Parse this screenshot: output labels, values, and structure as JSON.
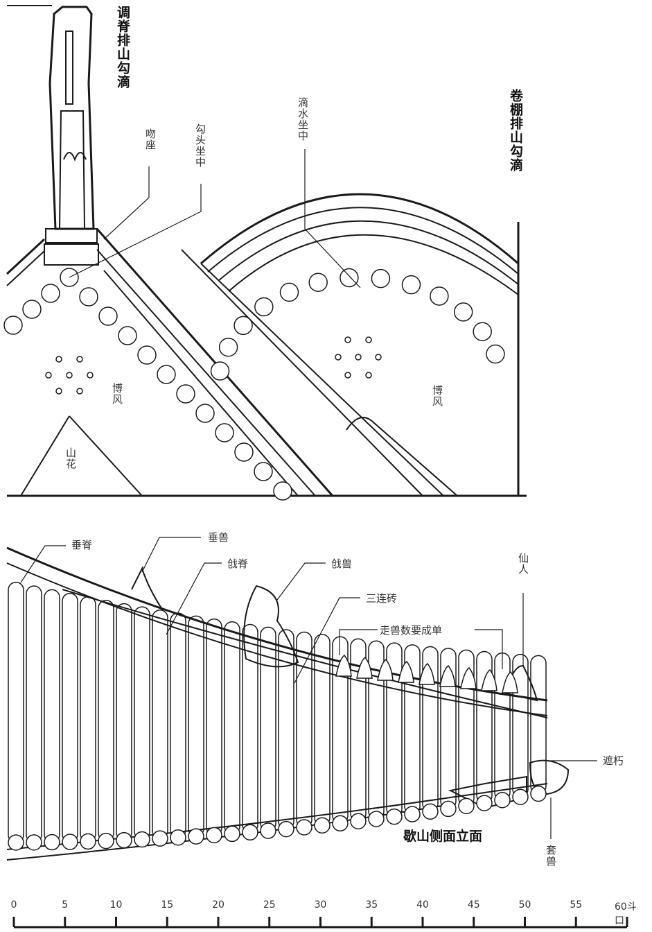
{
  "top": {
    "title_left": "调脊排山勾滴",
    "title_right": "卷棚排山勾滴",
    "labels": {
      "wenzuo": "吻座",
      "goutou": "勾头坐中",
      "dishui": "滴水坐中",
      "bofeng_left": "博风",
      "bofeng_right": "博风",
      "shanhua": "山花"
    }
  },
  "bottom": {
    "title": "歇山侧面立面",
    "labels": {
      "chuiji": "垂脊",
      "chuishou": "垂兽",
      "qiangji": "戗脊",
      "qiangshou": "戗兽",
      "sanlianzhuan": "三连砖",
      "zoushou": "走兽数要成单",
      "xianren": "仙人",
      "zhexiu": "遮朽",
      "taoshou": "套兽"
    }
  },
  "scale": {
    "ticks": [
      "0",
      "5",
      "10",
      "15",
      "20",
      "25",
      "30",
      "35",
      "40",
      "45",
      "50",
      "55",
      "60"
    ],
    "unit": "斗口"
  }
}
